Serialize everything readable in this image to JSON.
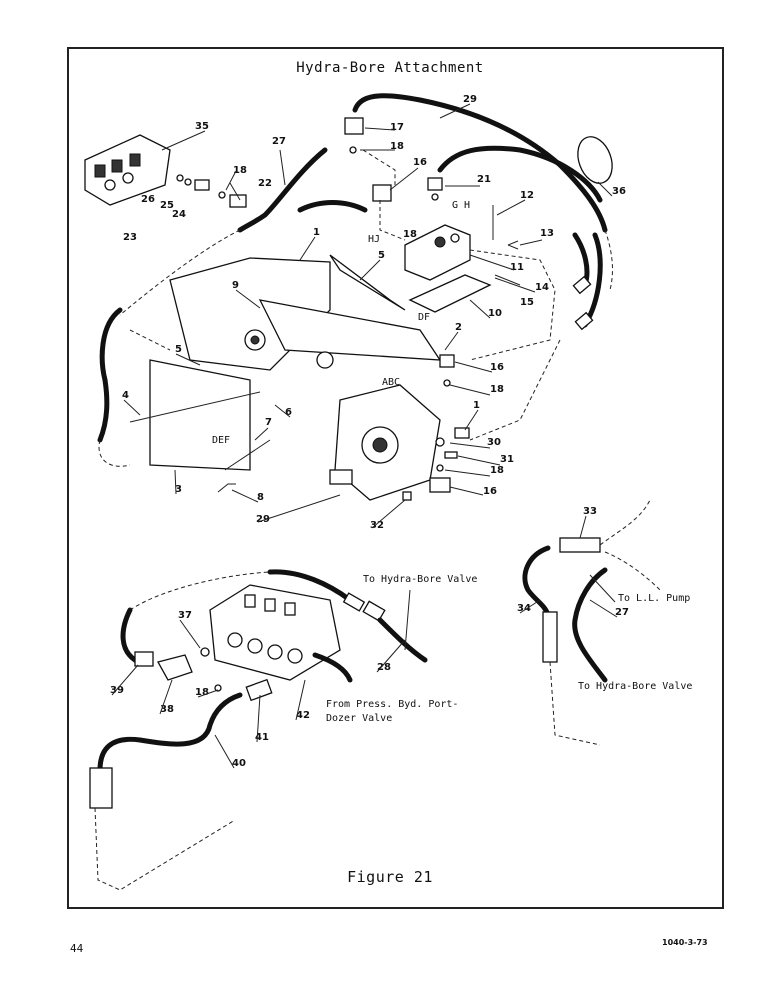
{
  "title": "Hydra-Bore Attachment",
  "figure_caption": "Figure 21",
  "page_number": "44",
  "doc_code": "1040-3-73",
  "notes": {
    "to_hydra_bore_valve_top": "To Hydra-Bore Valve",
    "to_ll_pump": "To L.L. Pump",
    "to_hydra_bore_valve_right": "To Hydra-Bore Valve",
    "from_press_line": "From Press. Byd. Port-",
    "from_press_line2": "Dozer Valve"
  },
  "letters": {
    "gh": "G H",
    "hj": "HJ",
    "df": "DF",
    "abc": "ABC",
    "def": "DEF"
  },
  "part_numbers": [
    "1",
    "2",
    "3",
    "4",
    "5",
    "6",
    "7",
    "8",
    "9",
    "10",
    "11",
    "12",
    "13",
    "14",
    "15",
    "16",
    "17",
    "18",
    "21",
    "22",
    "23",
    "24",
    "25",
    "26",
    "27",
    "28",
    "29",
    "30",
    "31",
    "32",
    "33",
    "34",
    "35",
    "36",
    "37",
    "38",
    "39",
    "40",
    "41",
    "42"
  ]
}
